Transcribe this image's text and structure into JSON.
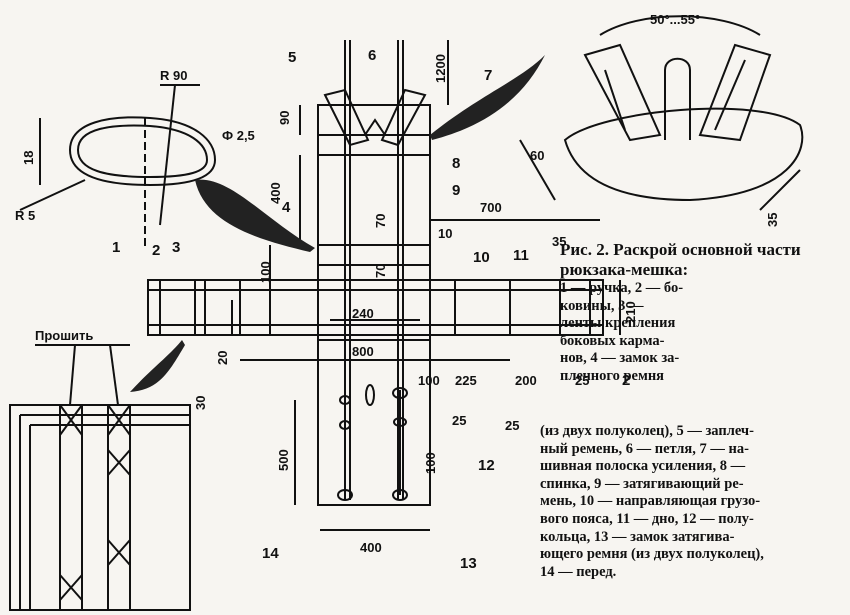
{
  "figure": {
    "caption_title": "Рис. 2. Раскрой основной части рюкзака-мешка:",
    "caption_lines": [
      "1 — ручка, 2 — бо-",
      "ковины,        3 —",
      "ленты крепления",
      "боковых  карма-",
      "нов, 4 — замок за-",
      "плечного   ремня",
      "(из двух полуколец), 5 — заплеч-",
      "ный ремень, 6 — петля, 7 — на-",
      "шивная полоска усиления, 8 —",
      "спинка, 9 — затягивающий ре-",
      "мень, 10 — направляющая грузо-",
      "вого пояса, 11 — дно, 12 — полу-",
      "кольца,  13 — замок затягива-",
      "ющего ремня (из двух полуколец),",
      "14 — перед."
    ],
    "part_numbers": [
      "1",
      "2",
      "3",
      "4",
      "5",
      "6",
      "7",
      "8",
      "9",
      "10",
      "11",
      "12",
      "13",
      "14",
      "2"
    ],
    "dimensions": {
      "r90": "R 90",
      "r5": "R 5",
      "d25": "Ф 2,5",
      "h18": "18",
      "d1200": "1200",
      "d90": "90",
      "d400": "400",
      "d700": "700",
      "d70a": "70",
      "d70b": "70",
      "d10": "10",
      "d35": "35",
      "d100l": "100",
      "d240": "240",
      "d210": "210",
      "d800": "800",
      "d20": "20",
      "d30": "30",
      "d100": "100",
      "d225": "225",
      "d200": "200",
      "d25a": "25",
      "d25b": "25",
      "d25c": "25",
      "d500": "500",
      "d100b": "100",
      "d400b": "400",
      "angle": "50°...55°",
      "d60": "60",
      "d35b": "35"
    },
    "stitch_label": "Прошить"
  }
}
